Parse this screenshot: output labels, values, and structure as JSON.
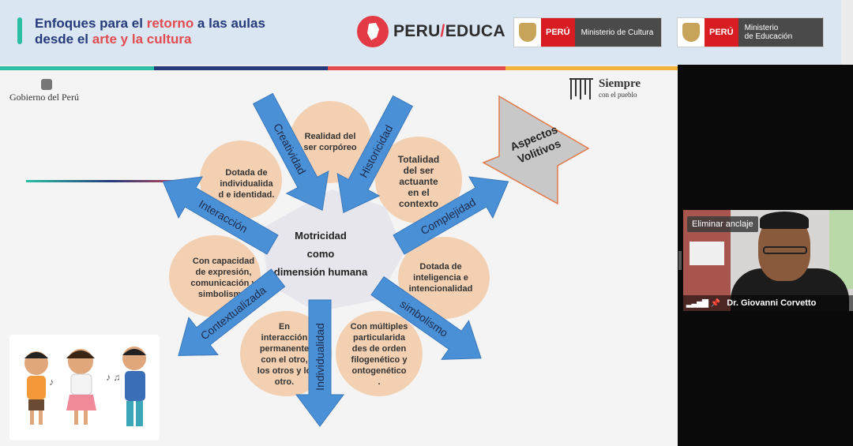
{
  "header": {
    "title_line1_a": "Enfoques para el ",
    "title_line1_red": "retorno",
    "title_line1_b": " a las aulas",
    "title_line2_a": "desde el ",
    "title_line2_red": "arte y la cultura",
    "perueduca_a": "PERU",
    "perueduca_b": "EDUCA",
    "ministries": [
      {
        "peru": "PERÚ",
        "name": "Ministerio de Cultura"
      },
      {
        "peru": "PERÚ",
        "name": "Ministerio\nde Educación"
      }
    ]
  },
  "slide": {
    "gobierno": "Gobierno del Perú",
    "siempre": "Siempre",
    "siempre_sub": "con el pueblo",
    "center": [
      "Motricidad",
      "como",
      "dimensión humana"
    ],
    "circles": [
      [
        "Realidad del",
        "ser corpóreo"
      ],
      [
        "Totalidad",
        "del ser",
        "actuante",
        "en el",
        "contexto"
      ],
      [
        "Dotada de",
        "inteligencia e",
        "intencionalidad"
      ],
      [
        "Con múltiples",
        "particularida",
        "des de orden",
        "filogenético y",
        "ontogenético",
        "."
      ],
      [
        "En",
        "interacción",
        "permanente",
        "con el otro,",
        "los otros y lo",
        "otro."
      ],
      [
        "Con capacidad",
        "de expresión,",
        "comunicación y",
        "simbolismo."
      ],
      [
        "Dotada de",
        "individualida",
        "d e identidad."
      ]
    ],
    "arrows": [
      "Creatividad",
      "Historicidad",
      "Complejidad",
      "simbolismo",
      "Individualidad",
      "Contextualizada",
      "Interacción"
    ],
    "aspectos": [
      "Aspectos",
      "Volitivos"
    ]
  },
  "video": {
    "unpin_label": "Eliminar anclaje",
    "participant_name": "Dr. Giovanni Corvetto"
  },
  "colors": {
    "navy": "#253a7a",
    "red": "#e24b50",
    "teal": "#2bbfa5",
    "arrow": "#4a90d6",
    "circle": "#f3c9a6"
  }
}
